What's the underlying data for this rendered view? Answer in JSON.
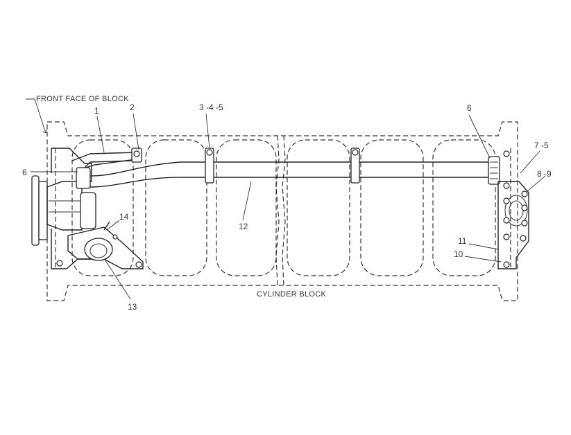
{
  "labels": {
    "front_face": "FRONT FACE OF BLOCK",
    "cylinder_block": "CYLINDER BLOCK"
  },
  "callouts": {
    "c1": "1",
    "c2": "2",
    "c3_4_5": "3 -4 -5",
    "c6_left": "6",
    "c6_right": "6",
    "c7_5": "7 -5",
    "c8_9": "8 -9",
    "c10": "10",
    "c11": "11",
    "c12": "12",
    "c13": "13",
    "c14": "14"
  }
}
